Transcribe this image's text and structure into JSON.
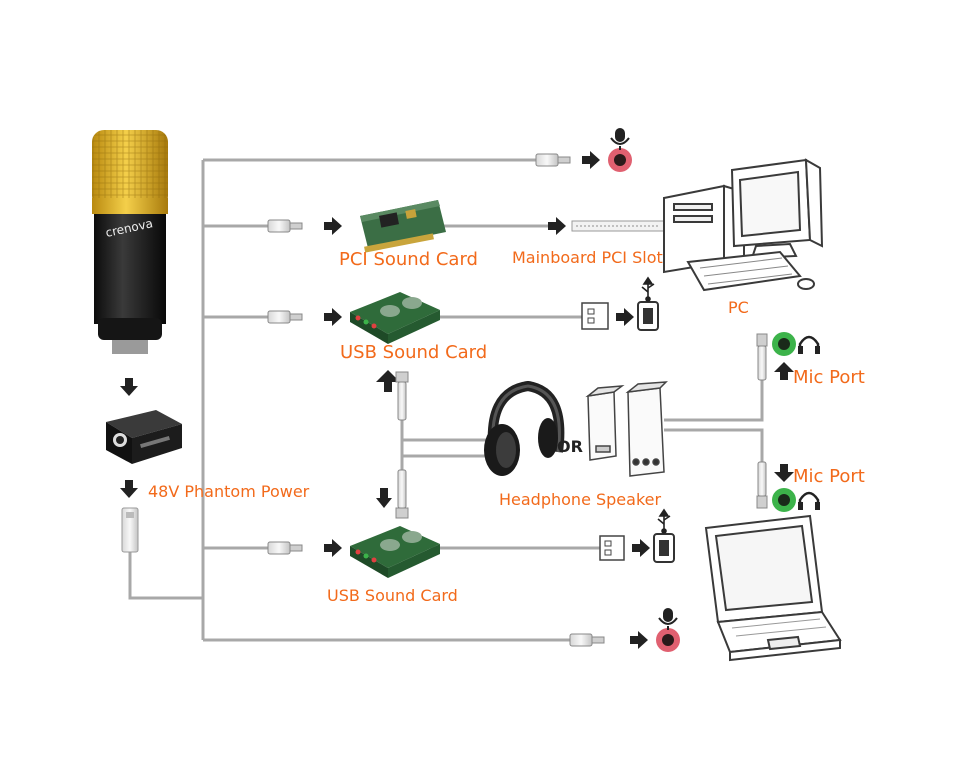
{
  "microphone": {
    "brand": "crenova"
  },
  "labels": {
    "phantom_power": "48V Phantom Power",
    "pci_sound_card": "PCI Sound Card",
    "mainboard_pci_slot": "Mainboard PCI Slot",
    "pc": "PC",
    "usb_sound_card_top": "USB Sound Card",
    "usb_sound_card_bottom": "USB Sound Card",
    "headphone_speaker": "Headphone Speaker",
    "or": "OR",
    "mic_port_top": "Mic Port",
    "mic_port_bottom": "Mic Port"
  },
  "colors": {
    "label": "#f26a1b",
    "cable": "#a8a8a8",
    "mic_jack": "#e06070",
    "headphone_jack": "#3cb34a",
    "sound_card": "#2f6b3a"
  },
  "icons": [
    "microphone-icon",
    "usb-icon",
    "headphone-icon",
    "arrow-right-icon",
    "arrow-down-icon",
    "arrow-up-icon"
  ]
}
